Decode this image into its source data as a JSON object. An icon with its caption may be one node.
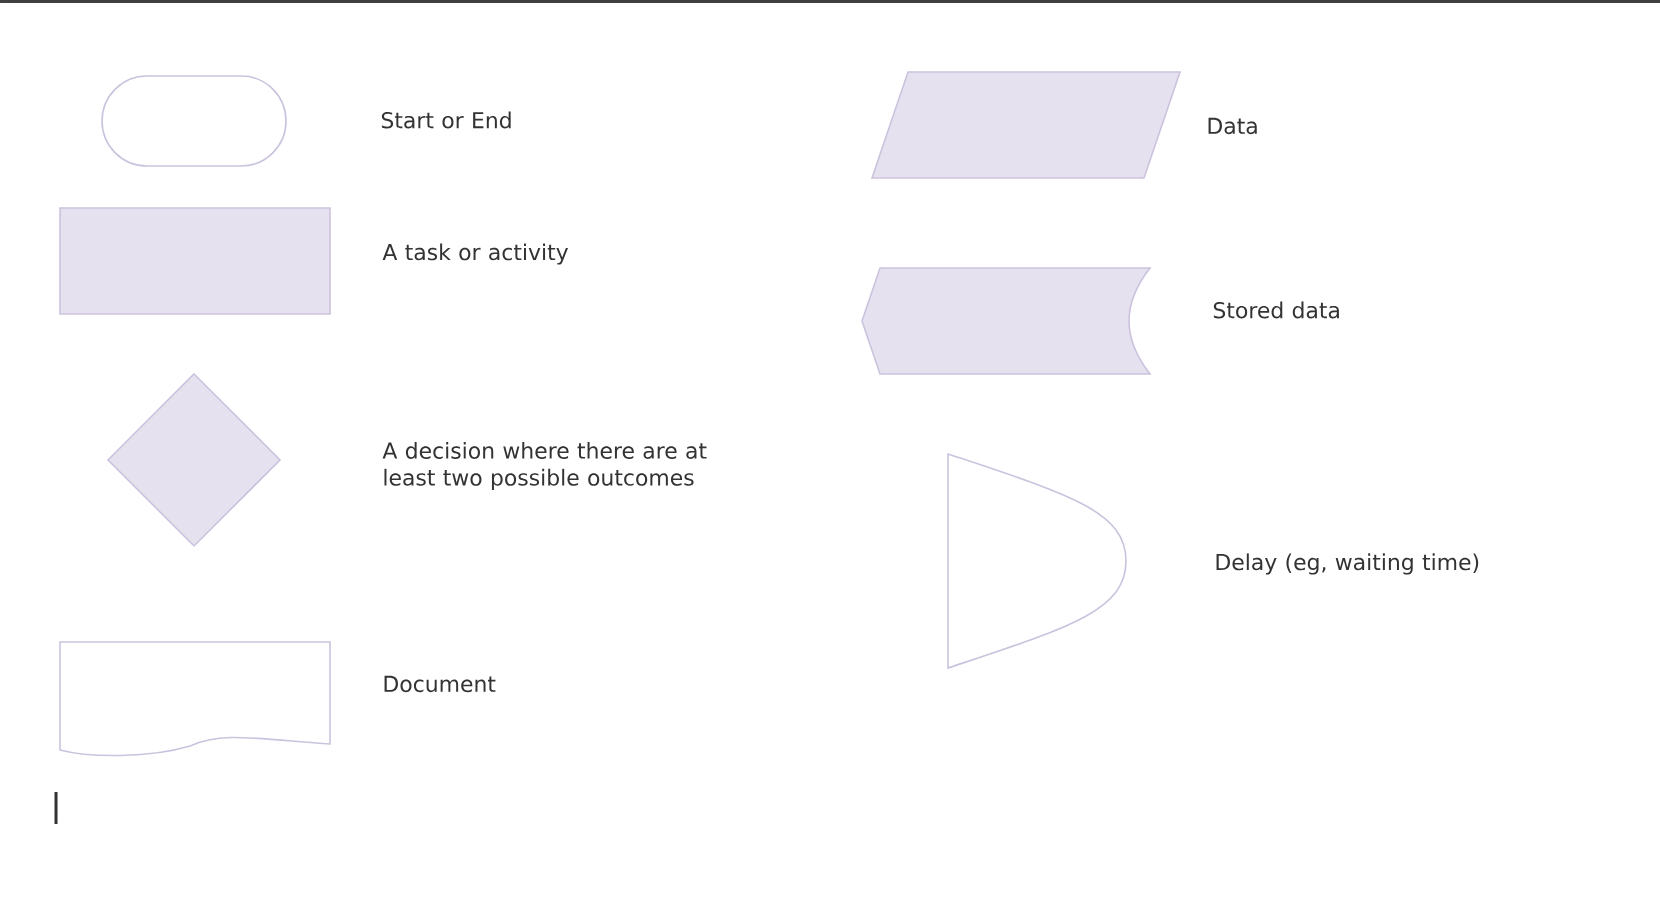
{
  "diagram": {
    "legend": [
      {
        "text": "Start or End"
      },
      {
        "text": "A task or activity"
      },
      {
        "text": "A decision where there are at least two possible outcomes"
      },
      {
        "text": "Document"
      },
      {
        "text": "Data"
      },
      {
        "text": "Stored data"
      },
      {
        "text": "Delay (eg, waiting time)"
      }
    ]
  }
}
